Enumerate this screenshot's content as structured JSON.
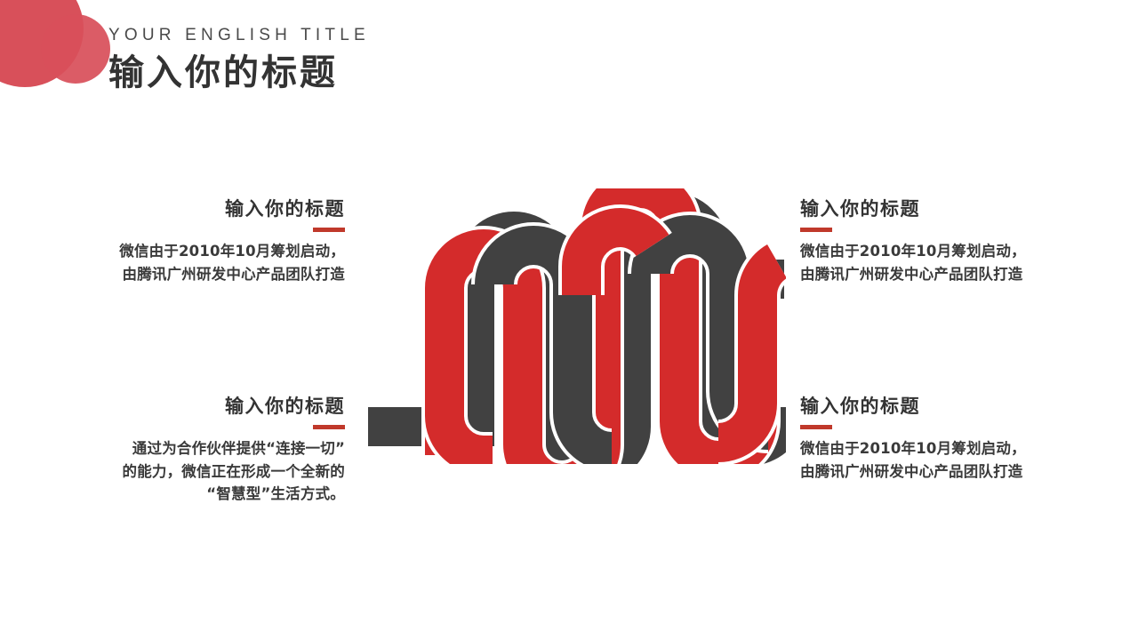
{
  "slide": {
    "background_color": "#FFFFFF",
    "accent_red": "#C0392B",
    "ribbon_red": "#D42B2B",
    "ribbon_dark": "#414141",
    "circle_color": "#D8505A",
    "title_color": "#333333"
  },
  "header": {
    "english_title": "YOUR ENGLISH TITLE",
    "chinese_title": "输入你的标题"
  },
  "decor": {
    "circle_large_name": "large-red-circle",
    "circle_small_name": "small-red-circle"
  },
  "blocks": [
    {
      "id": "top-left",
      "title": "输入你的标题",
      "lines": [
        "微信由于2010年10月筹划启动，",
        "由腾讯广州研发中心产品团队打造"
      ]
    },
    {
      "id": "bottom-left",
      "title": "输入你的标题",
      "lines": [
        "通过为合作伙伴提供“连接一切”",
        "的能力，微信正在形成一个全新的",
        "“智慧型”生活方式。"
      ]
    },
    {
      "id": "top-right",
      "title": "输入你的标题",
      "lines": [
        "微信由于2010年10月筹划启动，",
        "由腾讯广州研发中心产品团队打造"
      ]
    },
    {
      "id": "bottom-right",
      "title": "输入你的标题",
      "lines": [
        "微信由于2010年10月筹划启动，",
        "由腾讯广州研发中心产品团队打造"
      ]
    }
  ],
  "graphic": {
    "name": "interwoven-serpentine-ribbon",
    "description": "Two interwoven serpentine ribbons, one red and one dark gray, forming a zig-zag wave with a flat dark tail at lower-left and a flat dark tail at upper-right."
  }
}
